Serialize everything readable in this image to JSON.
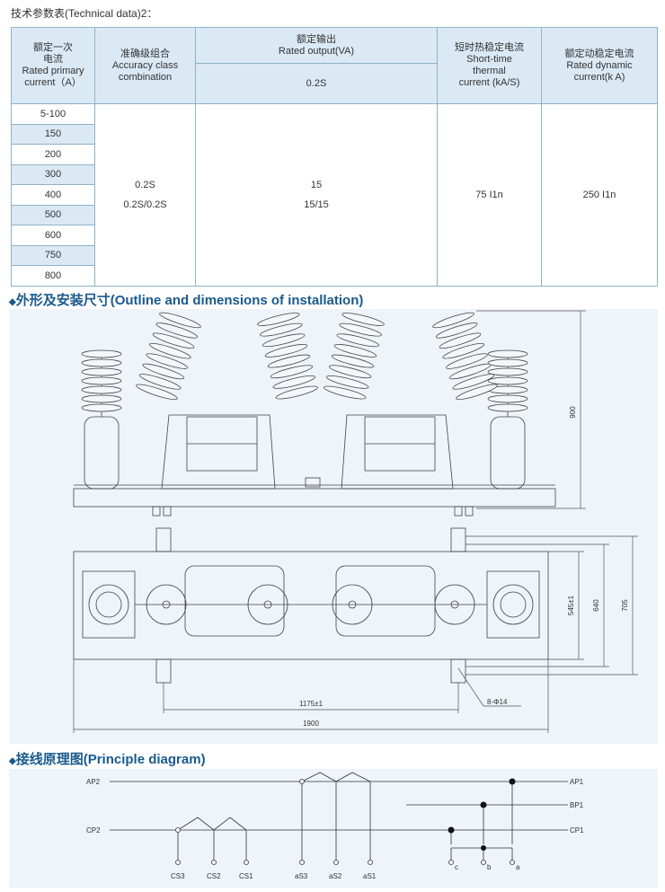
{
  "caption": "技术参数表(Technical data)2：",
  "table": {
    "h_current": [
      "额定一次",
      "电流",
      "Rated primary",
      "current（A）"
    ],
    "h_accuracy": [
      "准确级组合",
      "Accuracy class",
      "combination"
    ],
    "h_output": [
      "额定输出",
      "Rated output(VA)"
    ],
    "h_output_sub": "0.2S",
    "h_thermal": [
      "短时热稳定电流",
      "Short-time",
      "thermal",
      "current (kA/S)"
    ],
    "h_dynamic": [
      "额定动稳定电流",
      "Rated dynamic",
      "current(k A)"
    ],
    "currents": [
      "5-100",
      "150",
      "200",
      "300",
      "400",
      "500",
      "600",
      "750",
      "800"
    ],
    "accuracy": [
      "0.2S",
      "0.2S/0.2S"
    ],
    "output": [
      "15",
      "15/15"
    ],
    "thermal": "75 I1n",
    "dynamic": "250 I1n"
  },
  "section_outline": "外形及安装尺寸(Outline and dimensions of installation)",
  "section_principle": "接线原理图(Principle diagram)",
  "outline": {
    "dim_height": "900",
    "dim_545": "545±1",
    "dim_640": "640",
    "dim_705": "705",
    "dim_1175": "1175±1",
    "dim_1900": "1900",
    "holes": "8-Φ14"
  },
  "diagram": {
    "ap2": "AP2",
    "cp2": "CP2",
    "ap1": "AP1",
    "bp1": "BP1",
    "cp1": "CP1",
    "cs3": "CS3",
    "cs2": "CS2",
    "cs1": "CS1",
    "as3": "aS3",
    "as2": "aS2",
    "as1": "aS1",
    "c": "c",
    "b": "b",
    "a": "a"
  }
}
